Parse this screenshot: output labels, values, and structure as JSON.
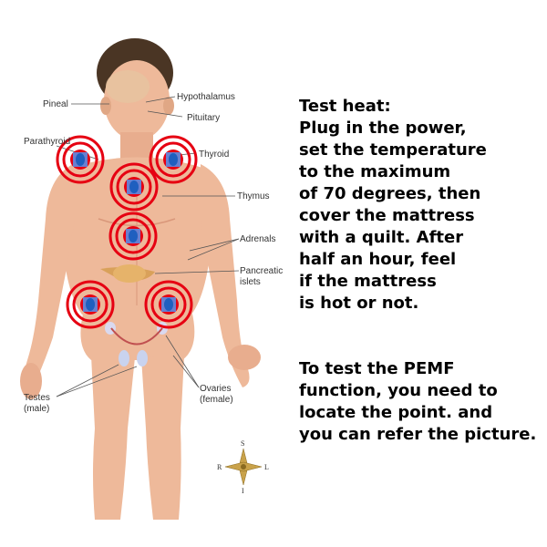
{
  "instructions": {
    "heat_test_lines": [
      "Test heat:",
      "Plug in the power,",
      "set the temperature",
      "to the maximum",
      "of 70 degrees, then",
      "cover the mattress",
      "with a quilt. After",
      "half an hour, feel",
      "if the mattress",
      "is hot or not."
    ],
    "pemf_test_lines": [
      "To test the PEMF",
      "function, you need to",
      "locate the point. and",
      "you can refer the picture."
    ]
  },
  "anatomy_labels": {
    "pineal": "Pineal",
    "hypothalamus": "Hypothalamus",
    "pituitary": "Pituitary",
    "parathyroid": "Parathyroid",
    "thyroid": "Thyroid",
    "thymus": "Thymus",
    "adrenals": "Adrenals",
    "pancreatic_line1": "Pancreatic",
    "pancreatic_line2": "islets",
    "ovaries_line1": "Ovaries",
    "ovaries_line2": "(female)",
    "testes_line1": "Testes",
    "testes_line2": "(male)"
  },
  "compass": {
    "north": "S",
    "south": "I",
    "west": "R",
    "east": "L"
  },
  "colors": {
    "skin": "#eeb99a",
    "skin_shadow": "#d9977a",
    "ring": "#e60012",
    "point_blue": "#1f5fbf",
    "point_square": "#6a7fcf",
    "gland": "#d9a15a"
  }
}
